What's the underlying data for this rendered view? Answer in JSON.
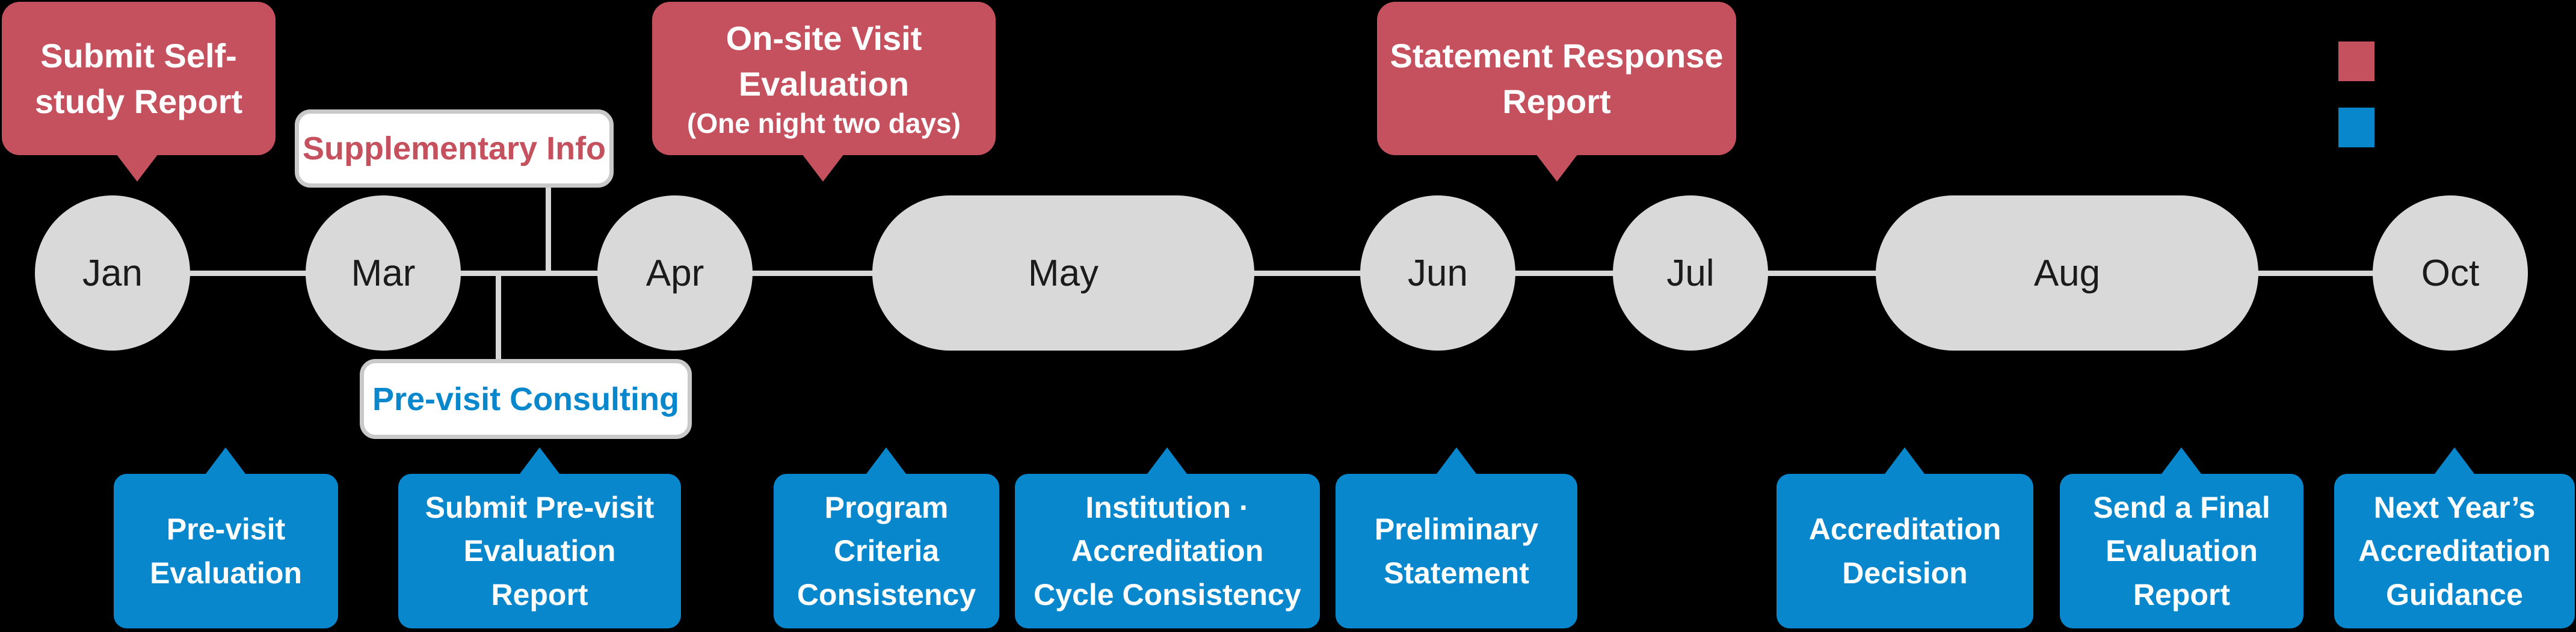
{
  "colors": {
    "red": "#c5515e",
    "blue": "#0887cd",
    "track": "#d8d8d8",
    "node_fill": "#d9d9d9",
    "node_text": "#1b1b1b",
    "note_border": "#c9c9c9"
  },
  "timeline": {
    "months": [
      {
        "label": "Jan"
      },
      {
        "label": "Mar"
      },
      {
        "label": "Apr"
      },
      {
        "label": "May"
      },
      {
        "label": "Jun"
      },
      {
        "label": "Jul"
      },
      {
        "label": "Aug"
      },
      {
        "label": "Oct"
      }
    ]
  },
  "top_callouts": [
    {
      "title": "Submit Self-\nstudy Report"
    },
    {
      "title": "On-site Visit\nEvaluation",
      "subtitle": "(One night two days)"
    },
    {
      "title": "Statement Response\nReport"
    }
  ],
  "notes": [
    {
      "label": "Supplementary Info"
    },
    {
      "label": "Pre-visit Consulting"
    }
  ],
  "bottom_callouts": [
    {
      "title": "Pre-visit\nEvaluation"
    },
    {
      "title": "Submit Pre-visit\nEvaluation\nReport"
    },
    {
      "title": "Program\nCriteria\nConsistency"
    },
    {
      "title": "Institution ·\nAccreditation\nCycle Consistency"
    },
    {
      "title": "Preliminary\nStatement"
    },
    {
      "title": "Accreditation\nDecision"
    },
    {
      "title": "Send a Final\nEvaluation\nReport"
    },
    {
      "title": "Next Year’s\nAccreditation\nGuidance"
    }
  ],
  "legend": {
    "red_swatch_color": "#c5515e",
    "blue_swatch_color": "#0887cd"
  }
}
